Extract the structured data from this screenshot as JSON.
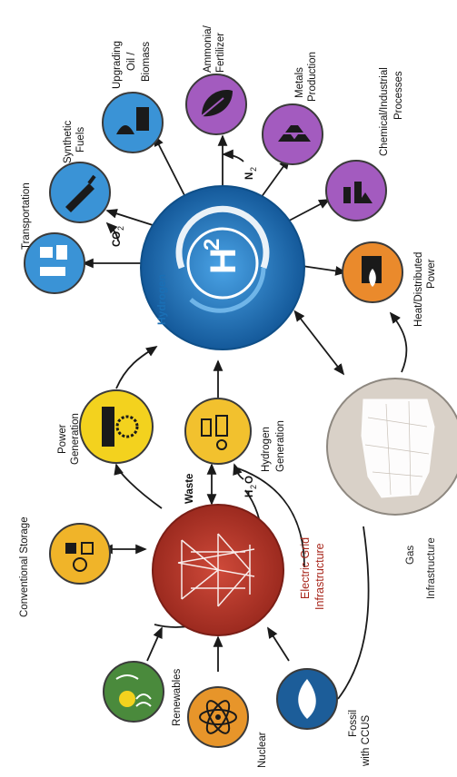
{
  "central": {
    "label": "Hydrogen",
    "symbol": "H",
    "subscript": "2",
    "color": "#1a74bd"
  },
  "grid": {
    "label_line1": "Electric Grid",
    "label_line2": "Infrastructure",
    "color": "#b3352a"
  },
  "gas": {
    "label_line1": "Gas",
    "label_line2": "Infrastructure",
    "color": "#d9d1c8"
  },
  "sources": [
    {
      "label_line1": "Renewables",
      "label_line2": "",
      "color": "#4a8a3c",
      "icon": "renewables-icon"
    },
    {
      "label_line1": "Nuclear",
      "label_line2": "",
      "color": "#e7952a",
      "icon": "atom-icon"
    },
    {
      "label_line1": "Fossil",
      "label_line2": "with CCUS",
      "color": "#1c5d99",
      "icon": "flame-icon"
    }
  ],
  "storage": {
    "label": "Conventional Storage",
    "color": "#f0b429",
    "icon": "storage-icon"
  },
  "power_generation": {
    "label_line1": "Power",
    "label_line2": "Generation",
    "color": "#f3d21e",
    "icon": "power-generation-icon"
  },
  "hydrogen_generation": {
    "label_line1": "Hydrogen",
    "label_line2": "Generation",
    "color": "#f2c12e",
    "icon": "electrolyzer-icon"
  },
  "flows": {
    "waste": "Waste",
    "h2o": "H",
    "h2o_sub": "2",
    "h2o_tail": "O",
    "co2": "CO",
    "co2_sub": "2",
    "n2": "N",
    "n2_sub": "2"
  },
  "uses": [
    {
      "label_line1": "Transportation",
      "label_line2": "",
      "label_line3": "",
      "color": "#3a93d6",
      "icon": "vehicles-icon"
    },
    {
      "label_line1": "Synthetic",
      "label_line2": "Fuels",
      "label_line3": "",
      "color": "#3a93d6",
      "icon": "fuel-nozzle-icon"
    },
    {
      "label_line1": "Upgrading",
      "label_line2": "Oil /",
      "label_line3": "Biomass",
      "color": "#3a93d6",
      "icon": "oil-biomass-icon"
    },
    {
      "label_line1": "Ammonia/",
      "label_line2": "Fertilizer",
      "label_line3": "",
      "color": "#a35bbf",
      "icon": "leaf-icon"
    },
    {
      "label_line1": "Metals",
      "label_line2": "Production",
      "label_line3": "",
      "color": "#a35bbf",
      "icon": "metal-ingots-icon"
    },
    {
      "label_line1": "Chemical/Industrial",
      "label_line2": "Processes",
      "label_line3": "",
      "color": "#a35bbf",
      "icon": "chemical-plant-icon"
    },
    {
      "label_line1": "Heat/Distributed",
      "label_line2": "Power",
      "label_line3": "",
      "color": "#ea8a2c",
      "icon": "building-flame-icon"
    }
  ]
}
